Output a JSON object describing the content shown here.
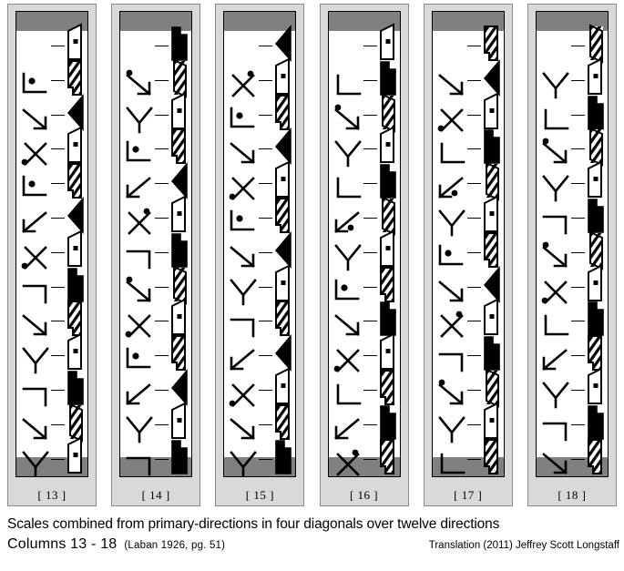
{
  "figure": {
    "title_line1": "Scales combined from primary-directions in four diagonals over twelve directions",
    "columns_label": "Columns 13 - 18",
    "source_citation": "(Laban  1926,  pg. 51)",
    "translation_credit": "Translation (2011) Jeffrey Scott Longstaff"
  },
  "palette": {
    "card_fill": "#d9d9d9",
    "card_border": "#8a8a8a",
    "band_gray": "#808080",
    "staff_fill": "#ffffff",
    "ink": "#000000"
  },
  "legend": {
    "symbol_types": [
      {
        "key": "white-dot",
        "name": "place-middle-sign",
        "description": "white parallelogram with centre dot"
      },
      {
        "key": "black",
        "name": "high-level-sign",
        "description": "solid black stepped parallelogram"
      },
      {
        "key": "hatched",
        "name": "low-level-sign",
        "description": "diagonally hatched parallelogram"
      },
      {
        "key": "triangle",
        "name": "forward-diagonal-sign",
        "description": "solid black triangle"
      },
      {
        "key": "hatch-tri",
        "name": "backward-diagonal-sign",
        "description": "hatched triangle wedge"
      }
    ],
    "direction_glyph_types": [
      {
        "key": "corner-dot-tl",
        "name": "corner-bracket-dot-glyph"
      },
      {
        "key": "arrow-dn",
        "name": "arrow-down-glyph"
      },
      {
        "key": "cross-dot",
        "name": "cross-dot-glyph"
      },
      {
        "key": "wye",
        "name": "wye-fork-glyph"
      },
      {
        "key": "corner",
        "name": "corner-bracket-glyph"
      },
      {
        "key": "arrow-up",
        "name": "arrow-up-glyph"
      }
    ]
  },
  "columns": [
    {
      "label": "[ 13 ]",
      "index": 13,
      "rows": [
        {
          "dir": "none",
          "sym": "white-dot"
        },
        {
          "dir": "corner-dot-tl",
          "sym": "hatched"
        },
        {
          "dir": "arrow-dn",
          "sym": "triangle"
        },
        {
          "dir": "cross-dot-l",
          "sym": "white-dot"
        },
        {
          "dir": "corner-dot-tl2",
          "sym": "hatched"
        },
        {
          "dir": "arrow-up",
          "sym": "triangle"
        },
        {
          "dir": "cross-dot-l2",
          "sym": "white-dot"
        },
        {
          "dir": "corner-br",
          "sym": "black"
        },
        {
          "dir": "arrow-dn2",
          "sym": "hatched"
        },
        {
          "dir": "wye",
          "sym": "white-dot"
        },
        {
          "dir": "corner-br2",
          "sym": "black"
        },
        {
          "dir": "arrow-dn3",
          "sym": "hatch-tri"
        },
        {
          "dir": "wye2",
          "sym": "white-dot"
        }
      ]
    },
    {
      "label": "[ 14 ]",
      "index": 14,
      "rows": [
        {
          "dir": "none",
          "sym": "black"
        },
        {
          "dir": "arrow-dn-dot",
          "sym": "hatch-tri"
        },
        {
          "dir": "wye",
          "sym": "white-dot"
        },
        {
          "dir": "corner-dot-tl",
          "sym": "hatched"
        },
        {
          "dir": "arrow-up",
          "sym": "triangle"
        },
        {
          "dir": "cross-dot-r",
          "sym": "white-dot"
        },
        {
          "dir": "corner-br",
          "sym": "black"
        },
        {
          "dir": "arrow-dn-dot2",
          "sym": "hatch-tri"
        },
        {
          "dir": "cross-dot-l",
          "sym": "white-dot"
        },
        {
          "dir": "corner-dot-tl2",
          "sym": "hatched"
        },
        {
          "dir": "arrow-up2",
          "sym": "triangle"
        },
        {
          "dir": "wye2",
          "sym": "white-dot"
        },
        {
          "dir": "corner-br2",
          "sym": "black"
        }
      ]
    },
    {
      "label": "[ 15 ]",
      "index": 15,
      "rows": [
        {
          "dir": "none",
          "sym": "triangle"
        },
        {
          "dir": "cross-dot-r",
          "sym": "white-dot"
        },
        {
          "dir": "corner-dot-tl",
          "sym": "hatched"
        },
        {
          "dir": "arrow-dn",
          "sym": "triangle"
        },
        {
          "dir": "cross-dot-l",
          "sym": "white-dot"
        },
        {
          "dir": "corner-dot-tl2",
          "sym": "hatched"
        },
        {
          "dir": "arrow-dn2",
          "sym": "triangle"
        },
        {
          "dir": "wye",
          "sym": "white-dot"
        },
        {
          "dir": "corner-br",
          "sym": "hatched"
        },
        {
          "dir": "arrow-up",
          "sym": "triangle"
        },
        {
          "dir": "cross-dot-l2",
          "sym": "white-dot"
        },
        {
          "dir": "arrow-dn3",
          "sym": "hatched"
        },
        {
          "dir": "wye2",
          "sym": "black"
        }
      ]
    },
    {
      "label": "[ 16 ]",
      "index": 16,
      "rows": [
        {
          "dir": "none",
          "sym": "white-dot"
        },
        {
          "dir": "corner",
          "sym": "black"
        },
        {
          "dir": "arrow-dn-dot",
          "sym": "hatch-tri"
        },
        {
          "dir": "wye",
          "sym": "white-dot"
        },
        {
          "dir": "corner2",
          "sym": "black"
        },
        {
          "dir": "arrow-up-dot",
          "sym": "hatch-tri"
        },
        {
          "dir": "wye2",
          "sym": "white-dot"
        },
        {
          "dir": "corner-dot-tl",
          "sym": "hatched"
        },
        {
          "dir": "arrow-dn",
          "sym": "black"
        },
        {
          "dir": "cross-dot-l",
          "sym": "white-dot"
        },
        {
          "dir": "corner3",
          "sym": "hatched"
        },
        {
          "dir": "arrow-up2",
          "sym": "black"
        },
        {
          "dir": "cross-dot-r",
          "sym": "hatched"
        }
      ]
    },
    {
      "label": "[ 17 ]",
      "index": 17,
      "rows": [
        {
          "dir": "none",
          "sym": "hatched"
        },
        {
          "dir": "arrow-dn",
          "sym": "triangle"
        },
        {
          "dir": "cross-dot-l",
          "sym": "white-dot"
        },
        {
          "dir": "corner",
          "sym": "black"
        },
        {
          "dir": "arrow-up-dot",
          "sym": "hatch-tri"
        },
        {
          "dir": "wye",
          "sym": "white-dot"
        },
        {
          "dir": "corner-dot-tl",
          "sym": "hatched"
        },
        {
          "dir": "arrow-dn2",
          "sym": "triangle"
        },
        {
          "dir": "cross-dot-r",
          "sym": "white-dot"
        },
        {
          "dir": "corner-br",
          "sym": "black"
        },
        {
          "dir": "arrow-dn-dot",
          "sym": "hatch-tri"
        },
        {
          "dir": "wye2",
          "sym": "white-dot"
        },
        {
          "dir": "corner2",
          "sym": "hatched"
        }
      ]
    },
    {
      "label": "[ 18 ]",
      "index": 18,
      "rows": [
        {
          "dir": "none",
          "sym": "hatch-tri"
        },
        {
          "dir": "wye",
          "sym": "white-dot"
        },
        {
          "dir": "corner",
          "sym": "black"
        },
        {
          "dir": "arrow-dn-dot",
          "sym": "hatch-tri"
        },
        {
          "dir": "wye2",
          "sym": "white-dot"
        },
        {
          "dir": "corner-br",
          "sym": "black"
        },
        {
          "dir": "arrow-dn-dot2",
          "sym": "hatch-tri"
        },
        {
          "dir": "cross-dot-l",
          "sym": "white-dot"
        },
        {
          "dir": "corner2",
          "sym": "black"
        },
        {
          "dir": "arrow-up",
          "sym": "hatched"
        },
        {
          "dir": "wye3",
          "sym": "white-dot"
        },
        {
          "dir": "corner-br2",
          "sym": "black"
        },
        {
          "dir": "arrow-dn",
          "sym": "hatched"
        }
      ]
    }
  ]
}
